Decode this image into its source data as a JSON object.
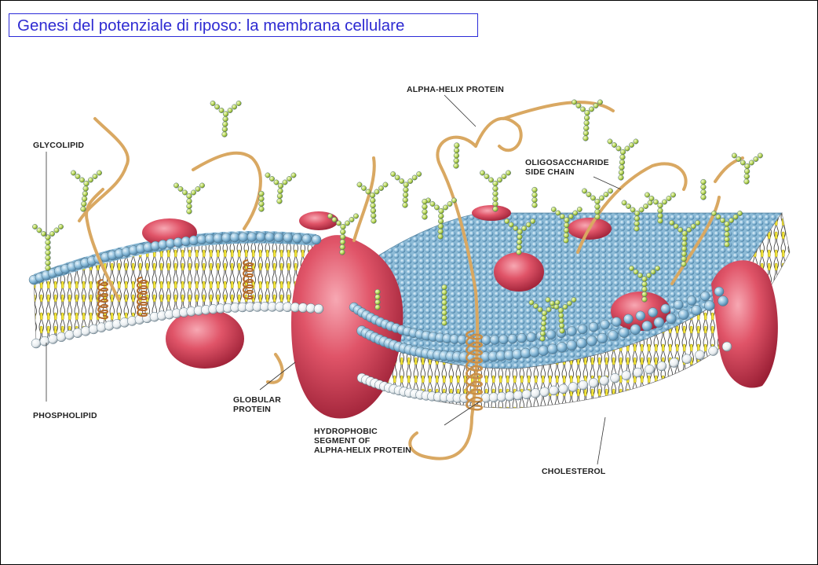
{
  "slide": {
    "title": "Genesi del potenziale di riposo: la membrana cellulare"
  },
  "diagram": {
    "labels": {
      "glycolipid": "GLYCOLIPID",
      "phospholipid": "PHOSPHOLIPID",
      "alpha_helix_protein": "ALPHA-HELIX PROTEIN",
      "oligosaccharide_line1": "OLIGOSACCHARIDE",
      "oligosaccharide_line2": "SIDE CHAIN",
      "globular_line1": "GLOBULAR",
      "globular_line2": "PROTEIN",
      "hydrophobic_line1": "HYDROPHOBIC",
      "hydrophobic_line2": "SEGMENT OF",
      "hydrophobic_line3": "ALPHA-HELIX PROTEIN",
      "cholesterol": "CHOLESTEROL"
    },
    "colors": {
      "title_text": "#2e2bd2",
      "title_border": "#2b2bd8",
      "head_blue": "#8fbfdc",
      "head_white": "#f2f4f6",
      "protein_red": "#d9495e",
      "protein_dark": "#a8283e",
      "chain_orange": "#d9a862",
      "sugar_green": "#b9d85a",
      "cholesterol_yellow": "#f3e63a"
    }
  }
}
